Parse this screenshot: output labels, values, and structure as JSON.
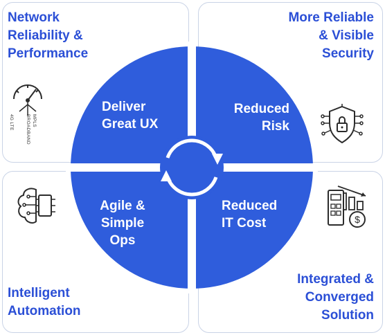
{
  "panels": {
    "top_left": "Network\nReliability &\nPerformance",
    "top_right": "More Reliable\n& Visible\nSecurity",
    "bottom_left": "Intelligent\nAutomation",
    "bottom_right": "Integrated &\nConverged\nSolution"
  },
  "quadrants": {
    "top_left": "Deliver\nGreat UX",
    "top_right": "Reduced\nRisk",
    "bottom_left": "Agile &\nSimple\nOps",
    "bottom_right": "Reduced\nIT Cost"
  },
  "gauge_labels": {
    "mpls": "MPLS",
    "broadband": "BROADBAND",
    "lte": "4G LTE"
  },
  "icons": {
    "top_left": "network-gauge-icon",
    "top_right": "security-shield-lock-icon",
    "bottom_left": "brain-chip-icon",
    "bottom_right": "cost-reduction-chart-icon",
    "center": "cycle-arrows-icon"
  },
  "colors": {
    "accent": "#2f5ddc",
    "title": "#2b4fd6",
    "panel_border": "#c9d3e6"
  }
}
